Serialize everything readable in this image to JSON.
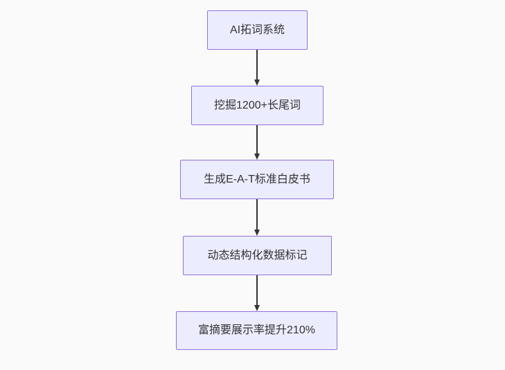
{
  "diagram": {
    "type": "flowchart",
    "direction": "top-down",
    "nodes": [
      {
        "id": "A",
        "label": "AI拓词系统"
      },
      {
        "id": "B",
        "label": "挖掘1200+长尾词"
      },
      {
        "id": "C",
        "label": "生成E-A-T标准白皮书"
      },
      {
        "id": "D",
        "label": "动态结构化数据标记"
      },
      {
        "id": "E",
        "label": "富摘要展示率提升210%"
      }
    ],
    "edges": [
      {
        "from": "A",
        "to": "B"
      },
      {
        "from": "B",
        "to": "C"
      },
      {
        "from": "C",
        "to": "D"
      },
      {
        "from": "D",
        "to": "E"
      }
    ],
    "colors": {
      "background": "#fafafa",
      "node_fill": "#ececff",
      "node_border": "#9370db",
      "text": "#333333",
      "edge": "#333333"
    }
  }
}
